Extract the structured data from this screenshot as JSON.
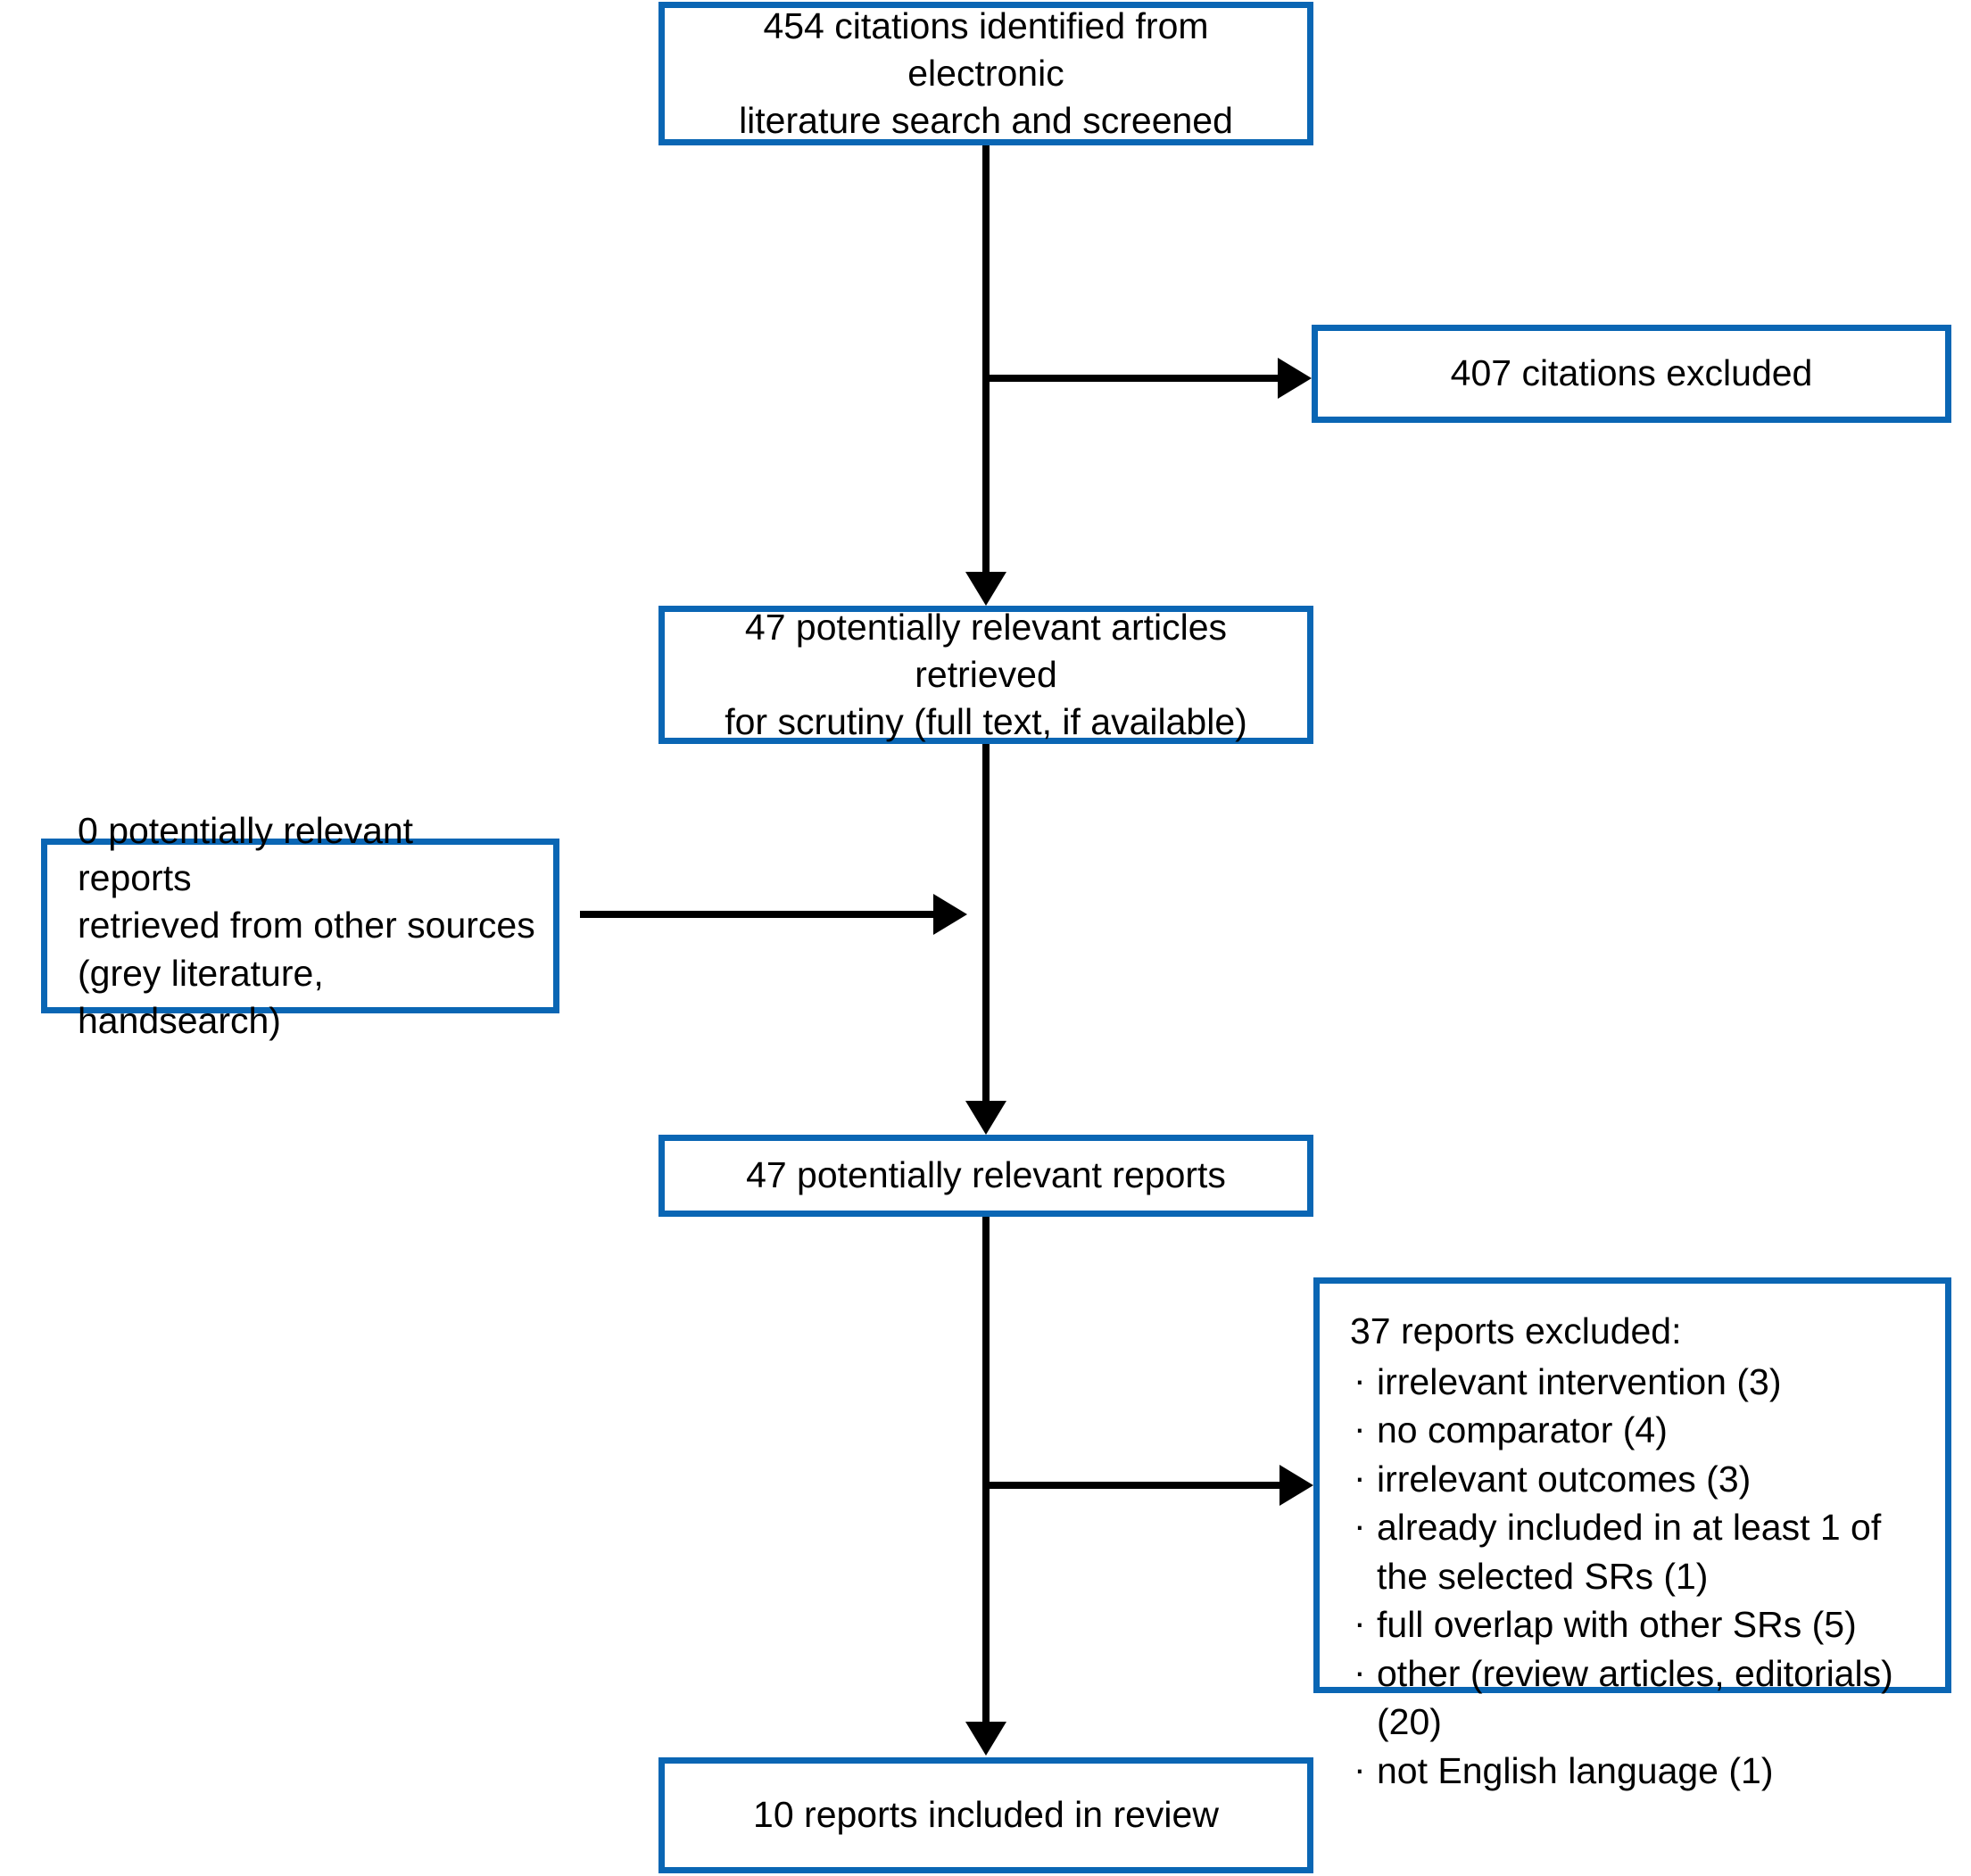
{
  "diagram": {
    "title": "Study selection flow diagram",
    "accent_color": "#0a66b4",
    "line_color": "#000000",
    "background": "#ffffff"
  },
  "nodes": {
    "identified": {
      "label": "454 citations identified from electronic\nliterature search and screened",
      "count": 454
    },
    "citations_excluded": {
      "label": "407 citations excluded",
      "count": 407
    },
    "retrieved": {
      "label": "47 potentially relevant articles retrieved\nfor scrutiny (full text, if available)",
      "count": 47
    },
    "other_sources": {
      "label": "0 potentially relevant reports\nretrieved from other sources\n(grey literature, handsearch)",
      "count": 0
    },
    "relevant_reports": {
      "label": "47 potentially relevant reports",
      "count": 47
    },
    "included": {
      "label": "10 reports included in review",
      "count": 10
    }
  },
  "excluded_reports": {
    "heading": "37 reports excluded:",
    "total": 37,
    "reasons": [
      {
        "label": "irrelevant intervention (3)",
        "count": 3
      },
      {
        "label": "no comparator (4)",
        "count": 4
      },
      {
        "label": "irrelevant outcomes (3)",
        "count": 3
      },
      {
        "label": "already included in at least 1 of the selected SRs (1)",
        "count": 1
      },
      {
        "label": "full overlap with other SRs (5)",
        "count": 5
      },
      {
        "label": "other (review articles, editorials) (20)",
        "count": 20
      },
      {
        "label": "not English language (1)",
        "count": 1
      }
    ]
  }
}
